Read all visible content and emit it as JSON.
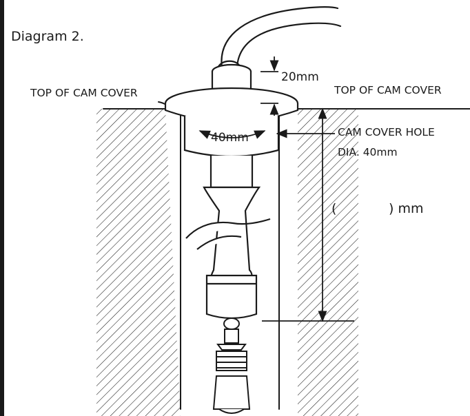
{
  "diagram": {
    "title": "Diagram 2.",
    "labels": {
      "top_of_cam_cover_left": "TOP OF CAM COVER",
      "top_of_cam_cover_right": "TOP OF CAM COVER",
      "dim_height": "20mm",
      "dim_diameter": "40mm",
      "hole_line1": "CAM COVER HOLE",
      "hole_line2": "DIA. 40mm",
      "depth_open": "(",
      "depth_close": ") mm"
    },
    "colors": {
      "ink": "#1a1a1a",
      "background": "#ffffff"
    }
  }
}
